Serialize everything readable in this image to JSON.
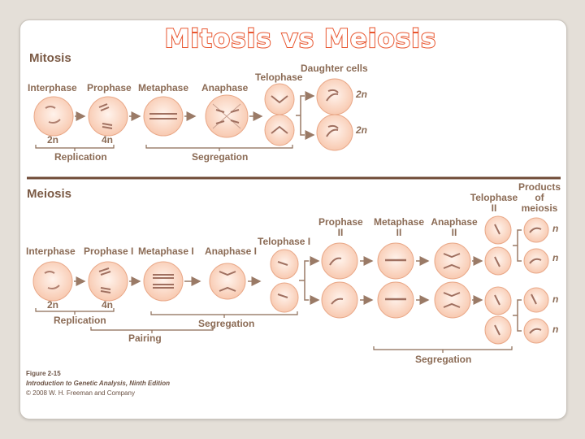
{
  "title": "Mitosis vs Meiosis",
  "mitosis": {
    "heading": "Mitosis",
    "stages": [
      "Interphase",
      "Prophase",
      "Metaphase",
      "Anaphase",
      "Telophase"
    ],
    "daughter_cells_label": "Daughter cells",
    "ploidy_before": "2n",
    "ploidy_after_replication": "4n",
    "daughter_ploidy": [
      "2n",
      "2n"
    ],
    "phases": [
      "Replication",
      "Segregation"
    ]
  },
  "meiosis": {
    "heading": "Meiosis",
    "stages_1": [
      "Interphase",
      "Prophase I",
      "Metaphase I",
      "Anaphase I",
      "Telophase I"
    ],
    "stages_2": [
      "Prophase II",
      "Metaphase II",
      "Anaphase II",
      "Telophase II"
    ],
    "products_label": "Products of meiosis",
    "ploidy_before": "2n",
    "ploidy_after_replication": "4n",
    "product_ploidy": [
      "n",
      "n",
      "n",
      "n"
    ],
    "phases": [
      "Replication",
      "Pairing",
      "Segregation",
      "Segregation"
    ]
  },
  "caption": {
    "figure": "Figure 2-15",
    "book": "Introduction to Genetic Analysis, Ninth Edition",
    "copyright": "© 2008 W. H. Freeman and Company"
  },
  "colors": {
    "title": "#e8552e",
    "label": "#8b6b55",
    "cell_fill": "#fbd9c6",
    "cell_stroke": "#e9a888",
    "arrow": "#9a7a66",
    "divider": "#6f4a36"
  }
}
